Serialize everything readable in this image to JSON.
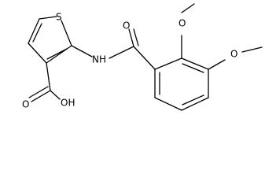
{
  "molecule": {
    "atoms": {
      "sulfur": "S",
      "amide_nh": "NH",
      "amide_o": "O",
      "ether_o_2": "O",
      "ether_o_3": "O",
      "carboxyl_oh": "OH",
      "carboxyl_o": "O"
    }
  },
  "colors": {
    "bond": "#000000",
    "text": "#000000",
    "background": "#ffffff"
  }
}
